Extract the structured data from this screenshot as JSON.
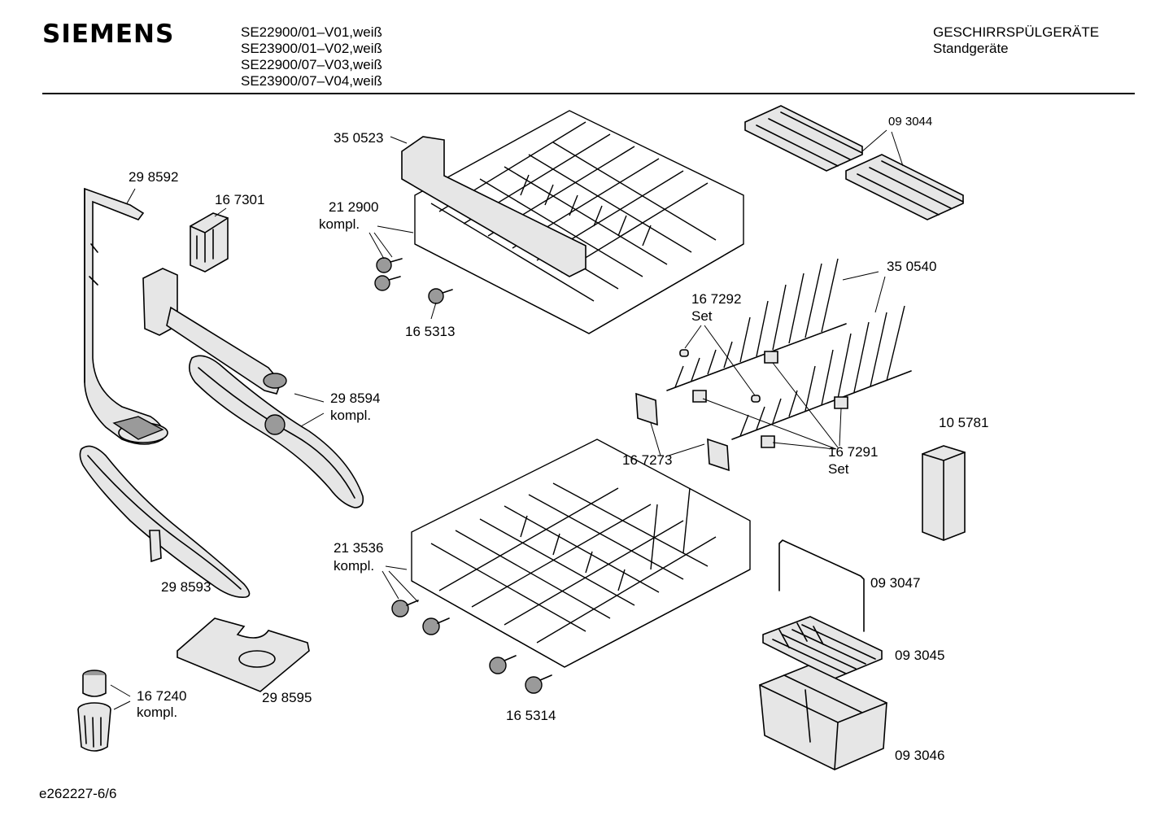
{
  "header": {
    "brand": "SIEMENS",
    "models": [
      "SE22900/01–V01,weiß",
      "SE23900/01–V02,weiß",
      "SE22900/07–V03,weiß",
      "SE23900/07–V04,weiß"
    ],
    "category": "GESCHIRRSPÜLGERÄTE",
    "subcategory": "Standgeräte"
  },
  "footer": {
    "drawing_id": "e262227-6/6"
  },
  "parts": {
    "p350523": "35 0523",
    "p212900": "21 2900",
    "p212900_note": "kompl.",
    "p165313": "16 5313",
    "p298592": "29 8592",
    "p167301": "16 7301",
    "p298594": "29 8594",
    "p298594_note": "kompl.",
    "p298593": "29 8593",
    "p298595": "29 8595",
    "p167240": "16 7240",
    "p167240_note": "kompl.",
    "p093044": "09 3044",
    "p350540": "35 0540",
    "p167292": "16 7292",
    "p167292_note": "Set",
    "p167273": "16 7273",
    "p167291": "16 7291",
    "p167291_note": "Set",
    "p105781": "10 5781",
    "p213536": "21 3536",
    "p213536_note": "kompl.",
    "p165314": "16 5314",
    "p093047": "09 3047",
    "p093045": "09 3045",
    "p093046": "09 3046"
  }
}
